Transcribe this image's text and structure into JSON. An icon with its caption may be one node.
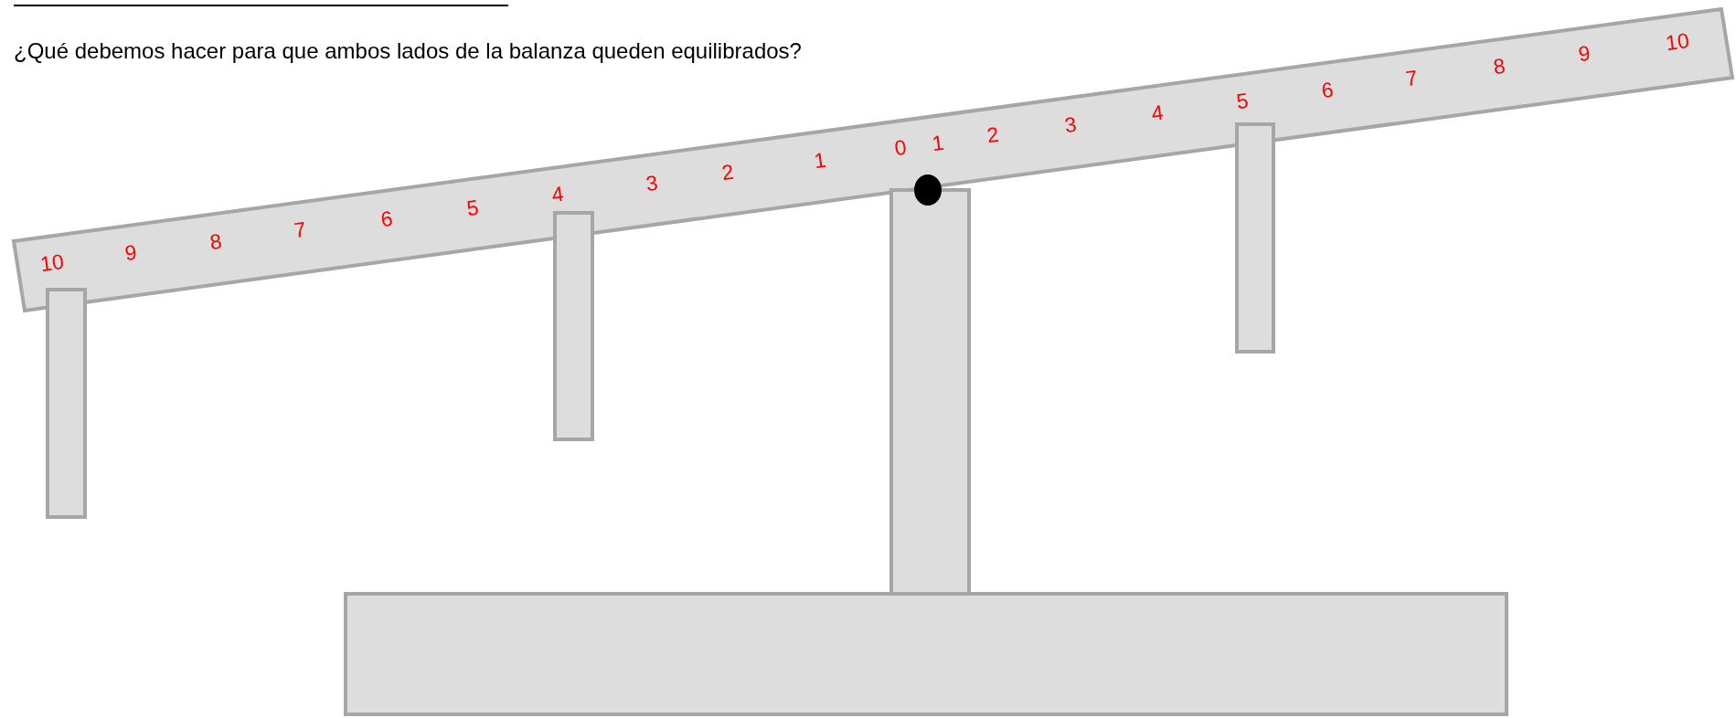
{
  "diagram": {
    "labels": [
      "¿Qué debemos hacer para que ambos lados de la balanza queden equilibrados?",
      "10",
      "9",
      "8",
      "7",
      "6",
      "5",
      "4",
      "3",
      "2",
      "1",
      "0",
      "1",
      "2",
      "3",
      "4",
      "5",
      "6",
      "7",
      "8",
      "9",
      "10"
    ]
  }
}
